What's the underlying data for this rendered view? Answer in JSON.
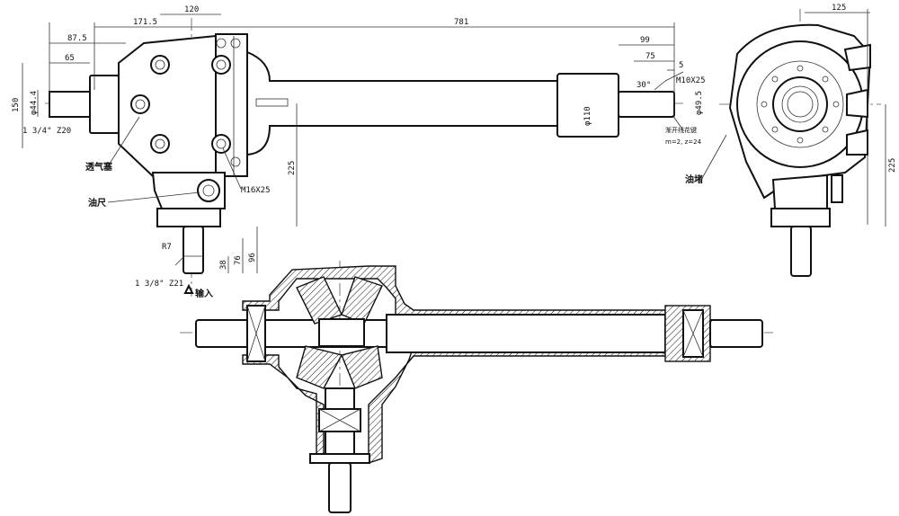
{
  "dimensions": {
    "d87_5": "87.5",
    "d171_5": "171.5",
    "d120": "120",
    "d781": "781",
    "d99": "99",
    "d75": "75",
    "d5": "5",
    "d125": "125",
    "d65": "65",
    "d150": "150",
    "d44": "φ44.4",
    "d225_left": "225",
    "d225_right": "225",
    "d38": "38",
    "d76": "76",
    "d96": "96",
    "dphi110": "φ110",
    "dphi49": "φ49.5",
    "r7": "R7",
    "angle30": "30°"
  },
  "labels": {
    "input_spline": "1 3/4\" Z20",
    "output_spline": "1 3/8\" Z21",
    "bolt_m16": "M16X25",
    "bolt_m10": "M10X25",
    "breather": "透气塞",
    "dipstick": "油尺",
    "input": "输入",
    "oil_plug": "油堵",
    "gear_note_1": "渐开线花键",
    "gear_note_2": "m=2, z=24"
  }
}
